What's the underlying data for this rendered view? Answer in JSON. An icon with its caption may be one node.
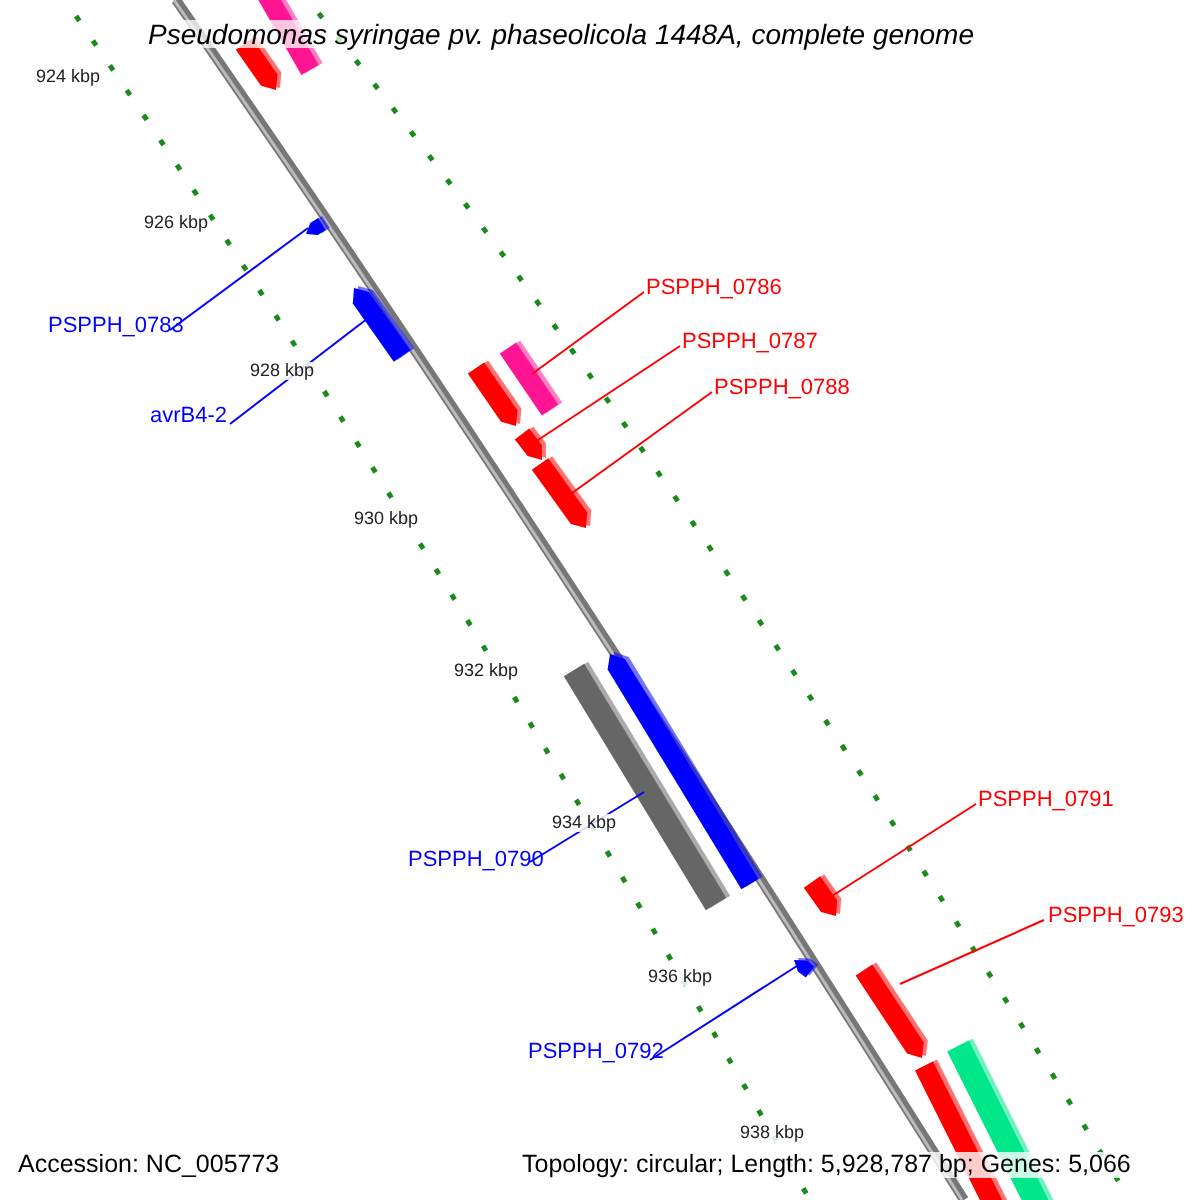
{
  "diagram": {
    "title": "Pseudomonas syringae pv. phaseolicola 1448A, complete genome",
    "nodes": [
      {
        "text": [
          "PSPPH_0786"
        ]
      },
      {
        "text": [
          "PSPPH_0787"
        ]
      },
      {
        "text": [
          "PSPPH_0788"
        ]
      },
      {
        "text": [
          "PSPPH_0783"
        ]
      },
      {
        "text": [
          "avrB4-2"
        ]
      },
      {
        "text": [
          "PSPPH_0791"
        ]
      },
      {
        "text": [
          "PSPPH_0790"
        ]
      },
      {
        "text": [
          "PSPPH_0793"
        ]
      },
      {
        "text": [
          "PSPPH_0792"
        ]
      },
      {
        "text": [],
        "shape": "bar"
      },
      {
        "text": [],
        "shape": "bar"
      },
      {
        "text": [],
        "shape": "bar"
      },
      {
        "text": [],
        "shape": "bar"
      },
      {
        "text": [],
        "shape": "bar"
      },
      {
        "text": [],
        "shape": "bar"
      },
      {
        "text": [],
        "shape": "bar"
      },
      {
        "text": [],
        "shape": "bar"
      },
      {
        "text": [],
        "shape": "bar"
      },
      {
        "text": [],
        "shape": "bar"
      },
      {
        "text": [],
        "shape": "bar"
      },
      {
        "text": [],
        "shape": "bar"
      },
      {
        "text": [],
        "shape": "bar"
      },
      {
        "text": [],
        "shape": "bar"
      },
      {
        "text": [],
        "shape": "bar"
      }
    ],
    "edges": [
      {
        "from": 0,
        "to": 13,
        "arrow": "none"
      },
      {
        "from": 1,
        "to": 15,
        "arrow": "none"
      },
      {
        "from": 2,
        "to": 16,
        "arrow": "none"
      },
      {
        "from": 3,
        "to": 11,
        "arrow": "none",
        "color": "#0000ff"
      },
      {
        "from": 4,
        "to": 12,
        "arrow": "none",
        "color": "#0000ff"
      },
      {
        "from": 5,
        "to": 19,
        "arrow": "none"
      },
      {
        "from": 6,
        "to": 18,
        "arrow": "none",
        "color": "#0000ff"
      },
      {
        "from": 7,
        "to": 21,
        "arrow": "none"
      },
      {
        "from": 8,
        "to": 20,
        "arrow": "none",
        "color": "#0000ff"
      }
    ],
    "labels": [
      "924 kbp",
      "926 kbp",
      "928 kbp",
      "930 kbp",
      "932 kbp",
      "934 kbp",
      "936 kbp",
      "938 kbp",
      "Accession: NC_005773",
      "Topology: circular; Length: 5,928,787 bp; Genes: 5,066"
    ]
  }
}
